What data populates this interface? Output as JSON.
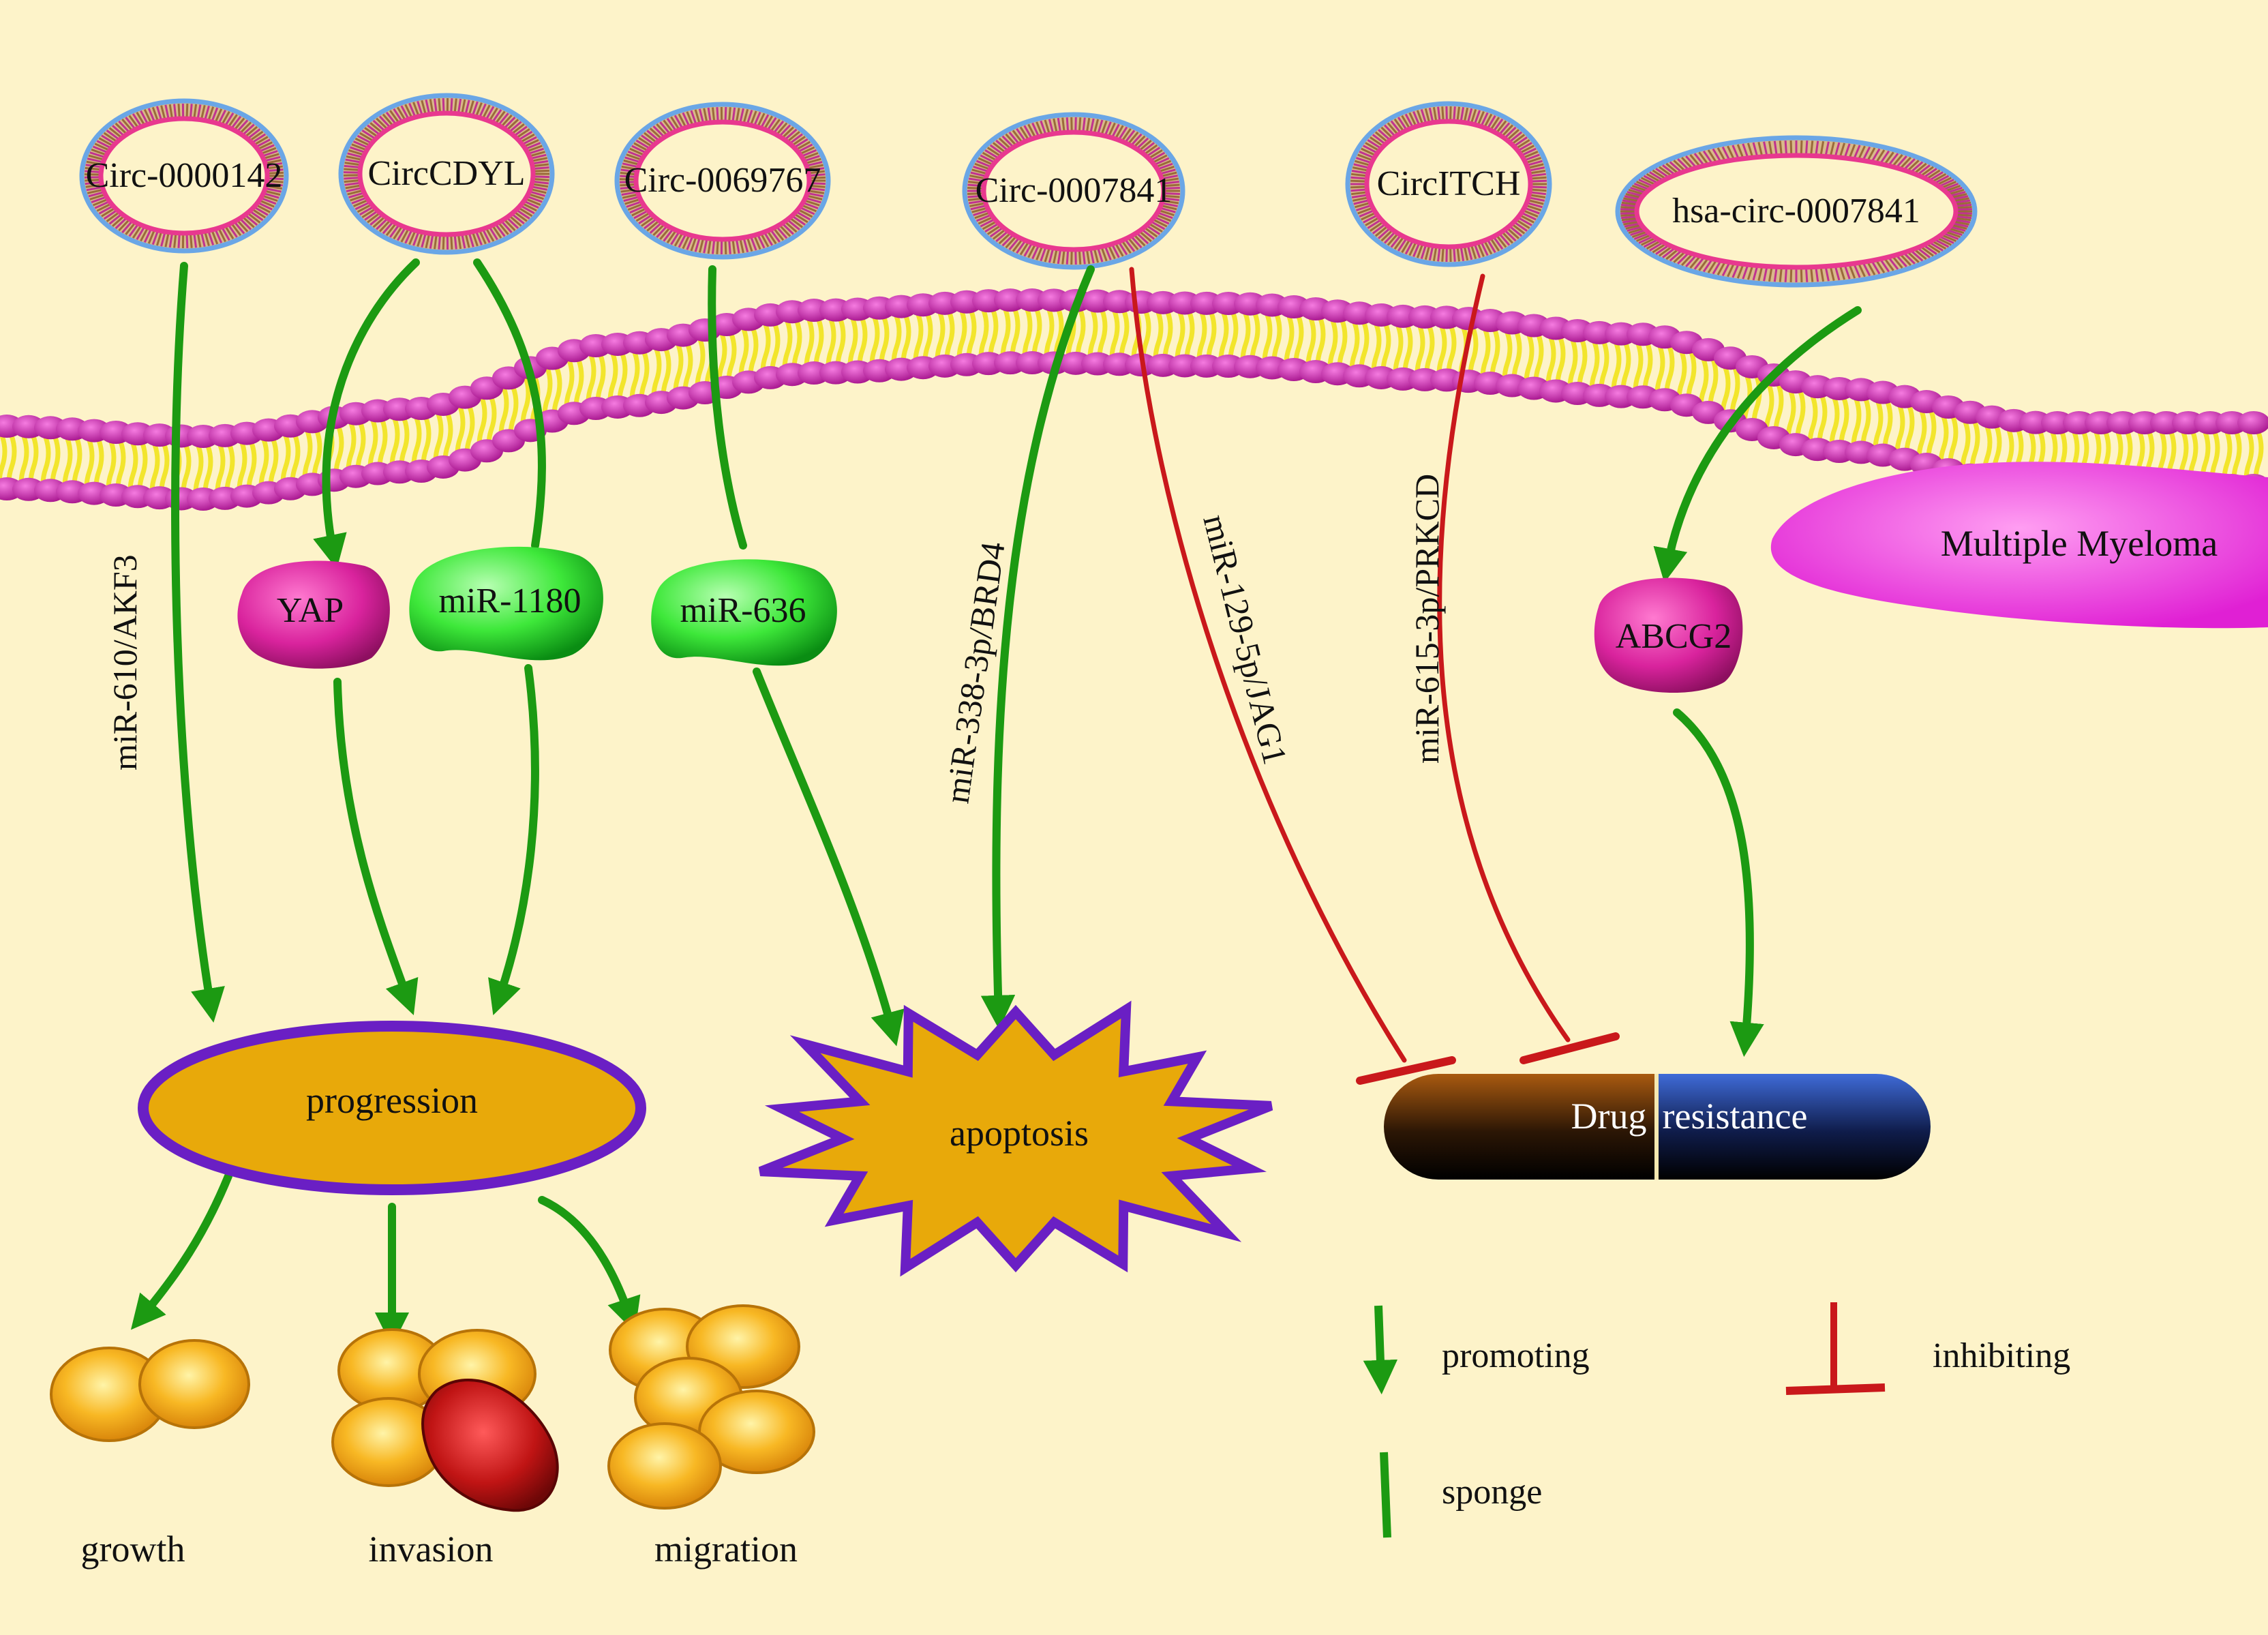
{
  "circrnas": [
    {
      "id": "c1",
      "label": "Circ-0000142"
    },
    {
      "id": "c2",
      "label": "CircCDYL"
    },
    {
      "id": "c3",
      "label": "Circ-0069767"
    },
    {
      "id": "c4",
      "label": "Circ-0007841"
    },
    {
      "id": "c5",
      "label": "CircITCH"
    },
    {
      "id": "c6",
      "label": "hsa-circ-0007841"
    }
  ],
  "nodes": {
    "yap": "YAP",
    "mir1180": "miR-1180",
    "mir636": "miR-636",
    "abcg2": "ABCG2",
    "multiple_myeloma": "Multiple Myeloma",
    "progression": "progression",
    "apoptosis": "apoptosis",
    "drug_resistance_left": "Drug",
    "drug_resistance_right": "resistance"
  },
  "edge_labels": {
    "mir610": "miR-610/AKF3",
    "mir338": "miR-338-3p/BRD4",
    "mir129": "miR-129-5p/JAG1",
    "mir615": "miR-615-3p/PRKCD"
  },
  "outcomes": [
    "growth",
    "invasion",
    "migration"
  ],
  "legend": {
    "promoting": "promoting",
    "inhibiting": "inhibiting",
    "sponge": "sponge"
  },
  "colors": {
    "background": "#fdf3c9",
    "promote": "#1c9a12",
    "inhibit": "#c9181b",
    "membrane_head": "#c21ba9",
    "membrane_tail": "#f2e52c",
    "node_fill": "#e8a90a",
    "outline": "#6a1fc4"
  }
}
